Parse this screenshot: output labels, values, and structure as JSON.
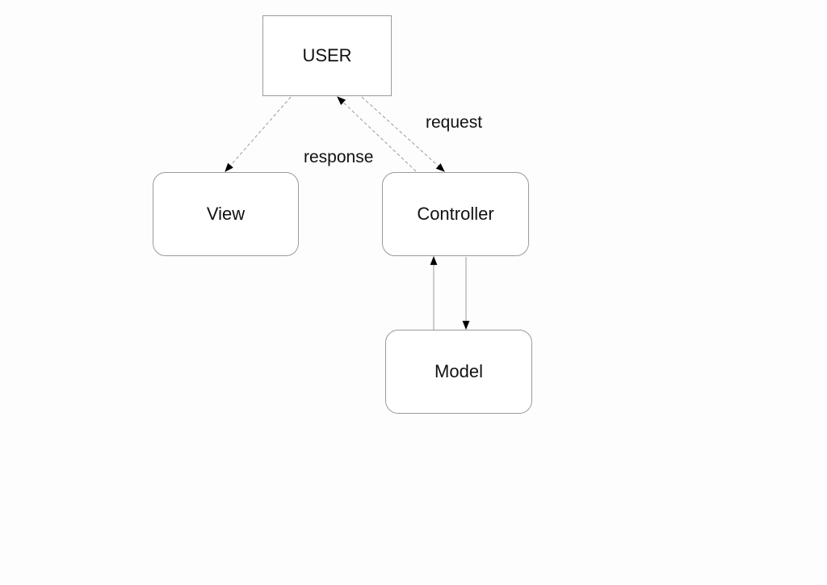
{
  "nodes": {
    "user": "USER",
    "view": "View",
    "controller": "Controller",
    "model": "Model"
  },
  "edges": {
    "request": "request",
    "response": "response"
  },
  "colors": {
    "stroke": "#9a9a9a",
    "arrowhead": "#000000",
    "background": "#fdfdfd"
  }
}
